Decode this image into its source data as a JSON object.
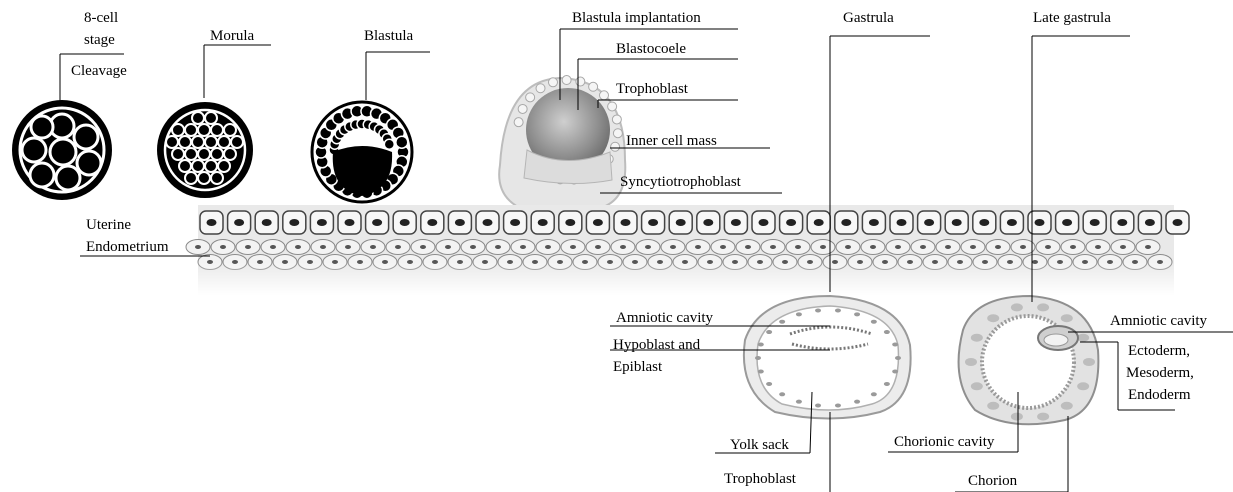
{
  "labels": {
    "eight_cell": "8-cell",
    "stage": "stage",
    "cleavage": "Cleavage",
    "morula": "Morula",
    "blastula": "Blastula",
    "blastula_implantation": "Blastula implantation",
    "blastocoele": "Blastocoele",
    "trophoblast_top": "Trophoblast",
    "inner_cell_mass": "Inner cell mass",
    "syncytiotrophoblast": "Syncytiotrophoblast",
    "gastrula": "Gastrula",
    "late_gastrula": "Late gastrula",
    "uterine": "Uterine",
    "endometrium": "Endometrium",
    "amniotic_cavity_1": "Amniotic cavity",
    "hypoblast_epiblast_1": "Hypoblast and",
    "hypoblast_epiblast_2": "Epiblast",
    "yolk_sack": "Yolk sack",
    "trophoblast_bottom": "Trophoblast",
    "amniotic_cavity_2": "Amniotic cavity",
    "ectoderm": "Ectoderm,",
    "mesoderm": "Mesoderm,",
    "endoderm": "Endoderm",
    "chorionic_cavity": "Chorionic cavity",
    "chorion": "Chorion"
  },
  "colors": {
    "line": "#000000",
    "leader": "#9a9a9a",
    "cell_fill": "#f2f2f2",
    "cell_stroke": "#8a8a8a",
    "nucleus": "#333333",
    "blastocoele": "#8c8c8c"
  }
}
